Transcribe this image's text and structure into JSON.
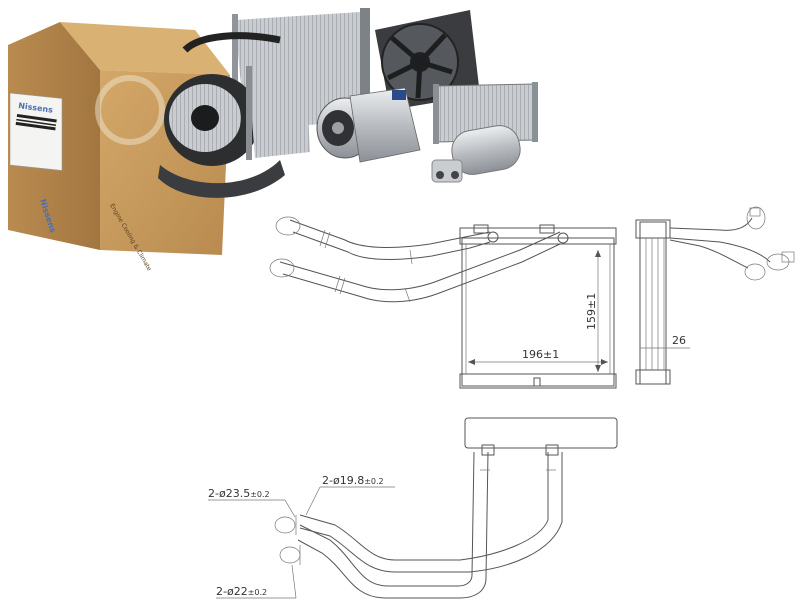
{
  "brand": {
    "box_logo_text": "Nissens",
    "box_side_text": "Engine Cooling & Climate"
  },
  "dimensions": {
    "height_label": "159±1",
    "width_label": "196±1",
    "depth_label": "26",
    "pipe_outer_label_prefix": "2-ø23.5",
    "pipe_outer_tol": "±0.2",
    "pipe_inner_label_prefix": "2-ø19.8",
    "pipe_inner_tol": "±0.2",
    "pipe_small_label_prefix": "2-ø22",
    "pipe_small_tol": "±0.2"
  },
  "colors": {
    "box": "#c79a5e",
    "box_dark": "#a87c44",
    "logo_blue": "#3b67b0",
    "metal_light": "#d8dadc",
    "metal_dark": "#7d8186",
    "line": "#555555"
  }
}
